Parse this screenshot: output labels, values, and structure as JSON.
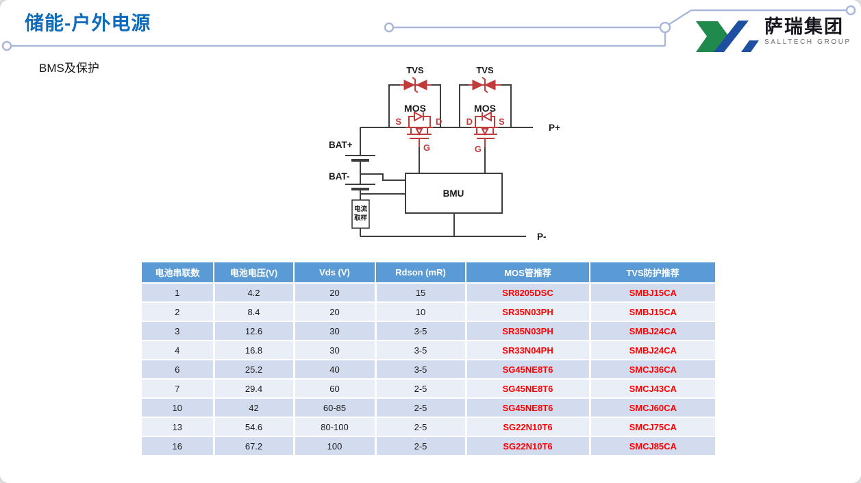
{
  "slide": {
    "title": "储能-户外电源",
    "subtitle": "BMS及保护"
  },
  "logo": {
    "name_cn": "萨瑞集团",
    "name_en": "SALLTECH GROUP"
  },
  "colors": {
    "title_blue": "#0F6CBD",
    "decor_line": "#A9B8D8",
    "wire_black": "#3D3D3D",
    "component_red": "#C13B3B",
    "table_header_bg": "#5B9BD5",
    "row_band_dark": "#D3DCEE",
    "row_band_light": "#EAEEF7",
    "table_red_text": "#FF0000",
    "logo_green": "#1F8A4C",
    "logo_blue": "#1E4FA0"
  },
  "circuit": {
    "labels": {
      "tvs": "TVS",
      "mos": "MOS",
      "source": "S",
      "drain": "D",
      "gate": "G",
      "bat_plus": "BAT+",
      "bat_minus": "BAT-",
      "bmu": "BMU",
      "current_sense_line1": "电流",
      "current_sense_line2": "取样",
      "p_plus": "P+",
      "p_minus": "P-"
    }
  },
  "table": {
    "headers": [
      "电池串联数",
      "电池电压(V)",
      "Vds (V)",
      "Rdson (mR)",
      "MOS管推荐",
      "TVS防护推荐"
    ],
    "rows": [
      [
        "1",
        "4.2",
        "20",
        "15",
        "SR8205DSC",
        "SMBJ15CA"
      ],
      [
        "2",
        "8.4",
        "20",
        "10",
        "SR35N03PH",
        "SMBJ15CA"
      ],
      [
        "3",
        "12.6",
        "30",
        "3-5",
        "SR35N03PH",
        "SMBJ24CA"
      ],
      [
        "4",
        "16.8",
        "30",
        "3-5",
        "SR33N04PH",
        "SMBJ24CA"
      ],
      [
        "6",
        "25.2",
        "40",
        "3-5",
        "SG45NE8T6",
        "SMCJ36CA"
      ],
      [
        "7",
        "29.4",
        "60",
        "2-5",
        "SG45NE8T6",
        "SMCJ43CA"
      ],
      [
        "10",
        "42",
        "60-85",
        "2-5",
        "SG45NE8T6",
        "SMCJ60CA"
      ],
      [
        "13",
        "54.6",
        "80-100",
        "2-5",
        "SG22N10T6",
        "SMCJ75CA"
      ],
      [
        "16",
        "67.2",
        "100",
        "2-5",
        "SG22N10T6",
        "SMCJ85CA"
      ]
    ]
  }
}
